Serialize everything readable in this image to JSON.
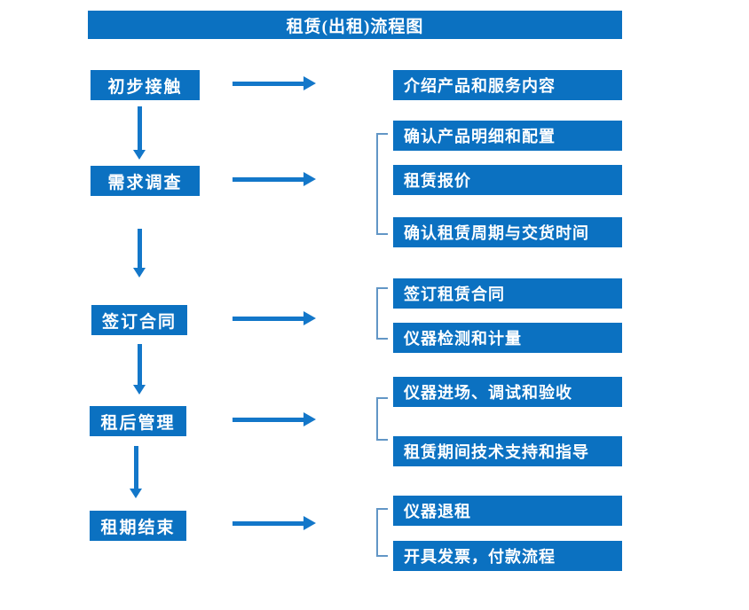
{
  "title": "租赁(出租)流程图",
  "colors": {
    "box_blue": "#0b71c1",
    "arrow_blue": "#1377c9",
    "bracket_blue": "#6296c6"
  },
  "steps": [
    {
      "label": "初步接触",
      "details": [
        "介绍产品和服务内容"
      ]
    },
    {
      "label": "需求调查",
      "details": [
        "确认产品明细和配置",
        "租赁报价",
        "确认租赁周期与交货时间"
      ]
    },
    {
      "label": "签订合同",
      "details": [
        "签订租赁合同",
        "仪器检测和计量"
      ]
    },
    {
      "label": "租后管理",
      "details": [
        "仪器进场、调试和验收",
        "租赁期间技术支持和指导"
      ]
    },
    {
      "label": "租期结束",
      "details": [
        "仪器退租",
        "开具发票，付款流程"
      ]
    }
  ]
}
